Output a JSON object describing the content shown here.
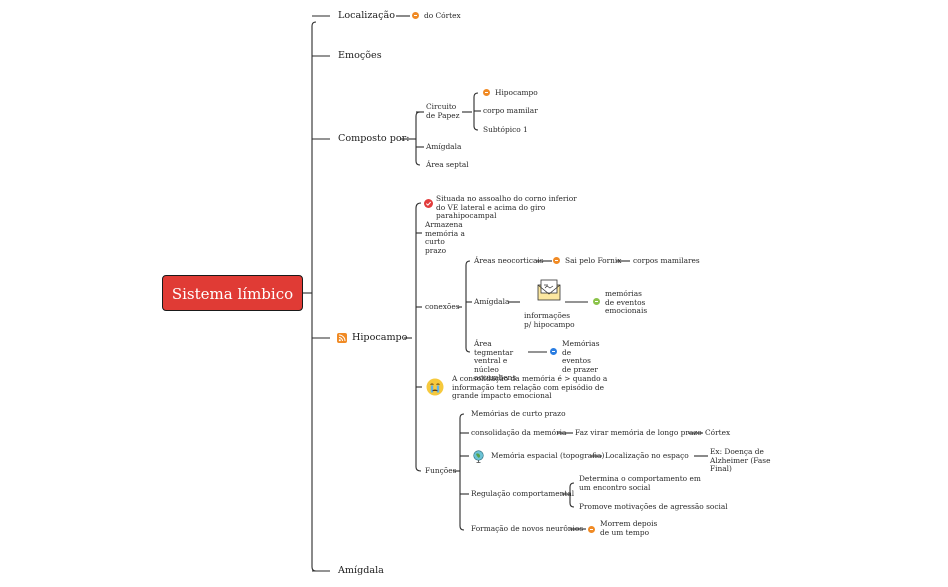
{
  "root": {
    "label": "Sistema límbico"
  },
  "branches": {
    "localizacao": {
      "label": "Localização",
      "child": "do Córtex"
    },
    "emocoes": {
      "label": "Emoções"
    },
    "composto": {
      "label": "Composto por:",
      "circuito": "Circuito de Papez",
      "hipocampo": "Hipocampo",
      "corpo_mamilar": "corpo mamilar",
      "subtopico": "Subtópico 1",
      "amigdala": "Amígdala",
      "area_septal": "Área septal"
    },
    "hipocampo": {
      "label": "Hipocampo",
      "situada": "Situada no assoalho do corno inferior do VE lateral e acima do giro parahipocampal",
      "armazena": "Armazena memória a curto prazo",
      "conexoes": {
        "label": "conexões",
        "areas_neo": "Áreas neocorticais",
        "sai_fornix": "Sai pelo Fornix",
        "corpos_mamilares": "corpos mamilares",
        "amigdala": "Amígdala",
        "info": "informações p/ hipocampo",
        "memorias_emocionais": "memórias de eventos emocionais",
        "area_tegmentar": "Área tegmentar ventral e núcleo accumbens",
        "memorias_prazer": "Memórias de eventos de prazer"
      },
      "consolidacao": "A consolidação da memória é > quando a informação tem relação com episódio de grande impacto emocional",
      "funcoes": {
        "label": "Funções",
        "curto_prazo": "Memórias de curto prazo",
        "consolidacao": "consolidação da memória",
        "longo_prazo": "Faz virar memória de longo prazo",
        "cortex": "Córtex",
        "espacial": "Memória espacial (topografia)",
        "localizacao_espaco": "Localização no espaço",
        "alzheimer": "Ex: Doença de Alzheimer (Fase Final)",
        "regulacao": "Regulação comportamental",
        "determina": "Determina o comportamento em um encontro social",
        "promove": "Promove motivações de agressão social",
        "neuronios": "Formação de novos neurônios",
        "morrem": "Morrem depois de um tempo"
      }
    },
    "amigdala": {
      "label": "Amígdala"
    }
  },
  "colors": {
    "root_fill": "#e03b35",
    "line": "#2a2a2a"
  },
  "icons": {
    "localizacao": "orange-info-icon",
    "hipocampo_sub": "orange-info-icon",
    "hipocampo_main": "rss-icon",
    "situada": "red-check-icon",
    "sai_fornix": "orange-x-icon",
    "memorias_emocionais": "green-dot-icon",
    "memorias_prazer": "blue-minus-icon",
    "consolidacao": "crying-face-icon",
    "espacial": "globe-icon",
    "morrem": "orange-x-icon",
    "info": "letter-envelope-icon"
  }
}
